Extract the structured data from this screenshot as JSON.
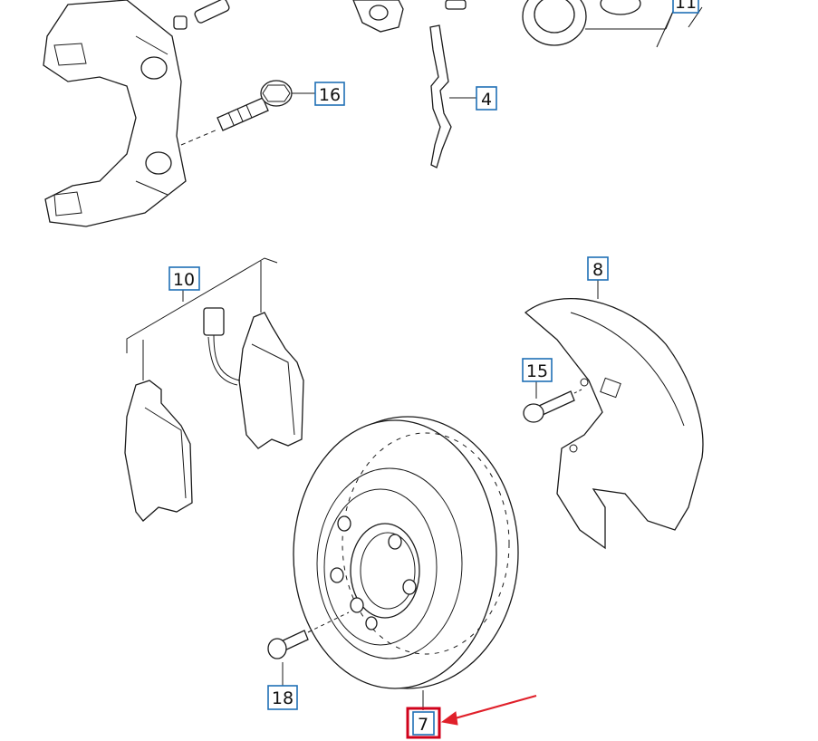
{
  "callouts": {
    "c11": "11",
    "c16": "16",
    "c4": "4",
    "c10": "10",
    "c8": "8",
    "c15": "15",
    "c18": "18",
    "c7": "7"
  },
  "highlight": {
    "target_callout": "7",
    "color": "#d0021b"
  },
  "callout_border_color": "#1f6fb5"
}
